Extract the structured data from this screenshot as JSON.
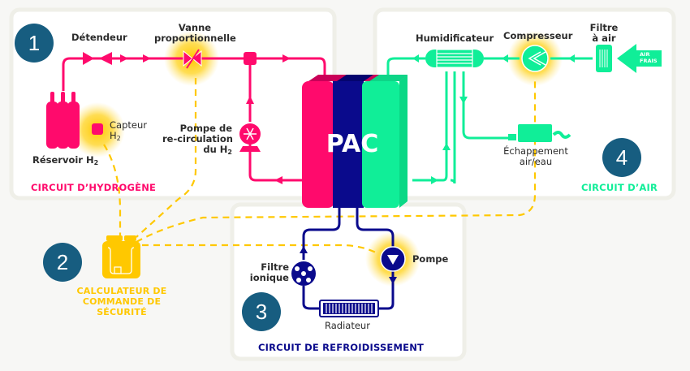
{
  "diagram": {
    "center": {
      "label": "PAC"
    },
    "badges": [
      "1",
      "2",
      "3",
      "4"
    ],
    "sections": {
      "hydrogen": {
        "title": "CIRCUIT D’HYDROGÈNE",
        "color": "#ff0a6c",
        "components": {
          "detendeur": "Détendeur",
          "vanne_line1": "Vanne",
          "vanne_line2": "proportionnelle",
          "capteur_line1": "Capteur",
          "capteur_line2": "H",
          "capteur_sub": "2",
          "reservoir": "Réservoir H",
          "reservoir_sub": "2",
          "pompe_line1": "Pompe de",
          "pompe_line2": "re-circulation",
          "pompe_line3": "du H",
          "pompe_sub": "2"
        }
      },
      "controller": {
        "title_line1": "CALCULATEUR DE",
        "title_line2": "COMMANDE DE",
        "title_line3": "SÉCURITÉ",
        "color": "#ffc800"
      },
      "cooling": {
        "title": "CIRCUIT DE REFROIDISSEMENT",
        "color": "#0a0a8c",
        "components": {
          "filtre_line1": "Filtre",
          "filtre_line2": "ionique",
          "pompe": "Pompe",
          "radiateur": "Radiateur"
        }
      },
      "air": {
        "title": "CIRCUIT D’AIR",
        "color": "#10ee98",
        "components": {
          "humidificateur": "Humidificateur",
          "compresseur": "Compresseur",
          "filtre_line1": "Filtre",
          "filtre_line2": "à air",
          "air_frais_line1": "AIR",
          "air_frais_line2": "FRAIS",
          "echappement_line1": "Échappement",
          "echappement_line2": "air/eau"
        }
      }
    }
  }
}
